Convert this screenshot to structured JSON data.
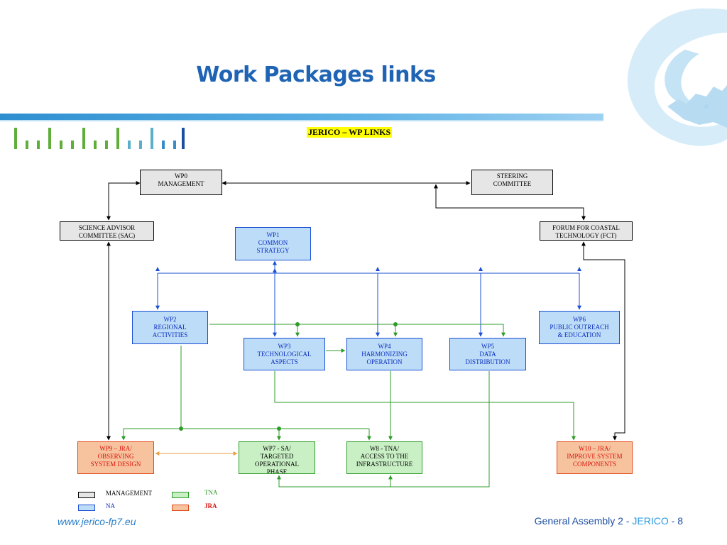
{
  "slide": {
    "title": "Work Packages links",
    "subtitle": "JERICO – WP LINKS"
  },
  "nodes": {
    "wp0": "WP0\nMANAGEMENT",
    "steering": "STEERING\nCOMMITTEE",
    "sac": "SCIENCE    ADVISOR\nCOMMITTEE (SAC)",
    "fct": "FORUM FOR COASTAL\nTECHNOLOGY (FCT)",
    "wp1": "WP1\nCOMMON\nSTRATEGY",
    "wp2": "WP2\nREGIONAL\nACTIVITIES",
    "wp3": "WP3\nTECHNOLOGICAL\nASPECTS",
    "wp4": "WP4\nHARMONIZING\nOPERATION",
    "wp5": "WP5\nDATA\nDISTRIBUTION",
    "wp6": "WP6\nPUBLIC OUTREACH\n& EDUCATION",
    "wp7": "WP7 - SA/\nTARGETED\nOPERATIONAL\nPHASE",
    "wp8": "W8 - TNA/\nACCESS TO THE\nINFRASTRUCTURE",
    "wp9": "WP9 – JRA/\nOBSERVING\nSYSTEM DESIGN",
    "wp10": "W10 – JRA/\nIMPROVE SYSTEM\nCOMPONENTS"
  },
  "legend": {
    "management": "MANAGEMENT",
    "na": "NA",
    "tna": "TNA",
    "jra": "JRA"
  },
  "footer": {
    "website": "www.jerico-fp7.eu",
    "assembly": "General Assembly 2 - ",
    "project": "JERICO",
    "separator": " - ",
    "page": "8"
  },
  "colors": {
    "title": "#1f64b4",
    "management": "#e6e6e6",
    "na": "#bcdcf7",
    "tna": "#c9f0c4",
    "jra": "#f7c29e",
    "link_management": "#000000",
    "link_na": "#1a4fd4",
    "link_tna": "#2f9c2a",
    "link_jra": "#e8a040"
  }
}
